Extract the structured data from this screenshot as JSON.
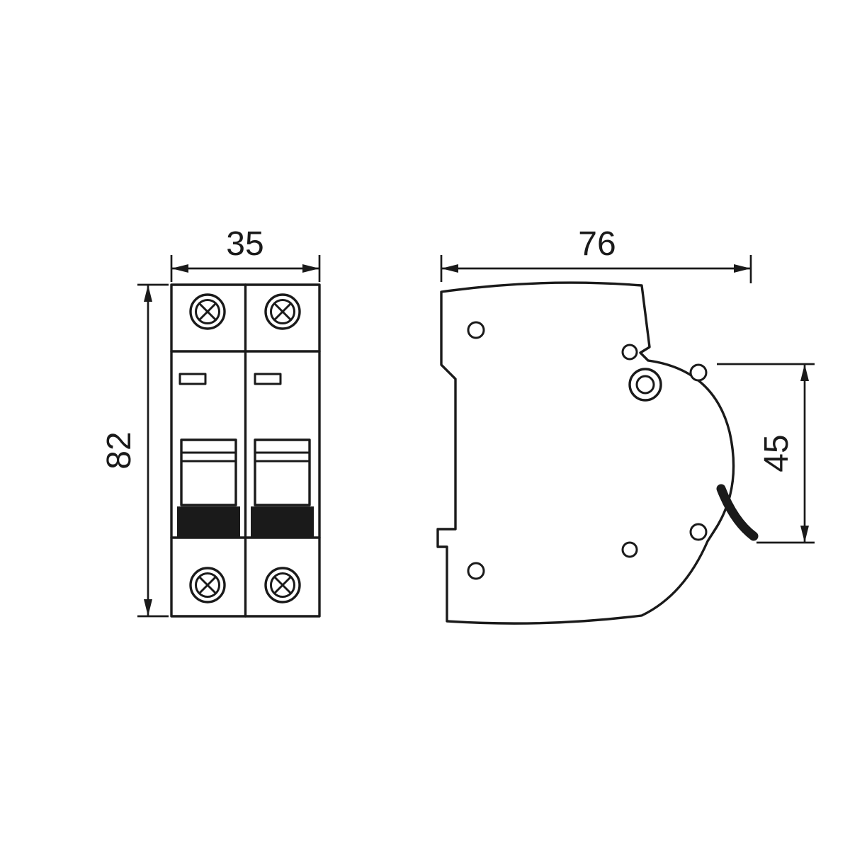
{
  "drawing": {
    "front_view": {
      "width_dim_label": "35",
      "height_dim_label": "82"
    },
    "side_view": {
      "width_dim_label": "76",
      "height_dim_label": "45"
    },
    "colors": {
      "line": "#1a1a1a",
      "background": "#ffffff"
    }
  }
}
